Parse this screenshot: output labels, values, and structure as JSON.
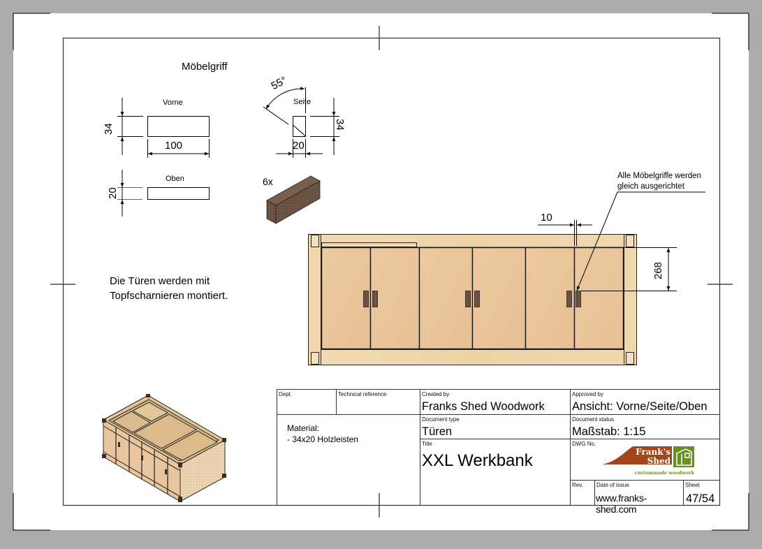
{
  "drawing": {
    "section_title": "Möbelgriff",
    "views": {
      "front": {
        "label": "Vorne",
        "height_dim": "34",
        "width_dim": "100"
      },
      "side": {
        "label": "Seite",
        "angle_dim": "55°",
        "height_dim": "34",
        "width_dim": "20"
      },
      "top": {
        "label": "Oben",
        "height_dim": "20"
      }
    },
    "quantity_label": "6x",
    "note_hinges": [
      "Die Türen werden mit",
      "Topfscharnieren montiert."
    ],
    "note_alignment": [
      "Alle Möbelgriffe werden",
      "gleich ausgerichtet"
    ],
    "front_view_dims": {
      "gap": "10",
      "handle_height": "268"
    }
  },
  "title_block": {
    "dept_label": "Dept.",
    "tech_ref_label": "Technical reference",
    "material_lines": [
      "Material:",
      "- 34x20 Holzleisten"
    ],
    "created_by_label": "Created by",
    "created_by": "Franks Shed Woodwork",
    "approved_by_label": "Approved by",
    "approved_by": "Ansicht: Vorne/Seite/Oben",
    "doc_type_label": "Document type",
    "doc_type": "Türen",
    "doc_status_label": "Document status",
    "doc_status": "Maßstab: 1:15",
    "title_label": "Title",
    "title": "XXL Werkbank",
    "dwg_label": "DWG No.",
    "rev_label": "Rev.",
    "date_label": "Date of issue",
    "date_value": "www.franks-shed.com",
    "sheet_label": "Sheet",
    "sheet_value": "47/54",
    "logo": {
      "line1": "Frank's",
      "line2": "Shed",
      "tagline": "custommade woodwork",
      "brown": "#a0461a",
      "green": "#6b8e23"
    }
  },
  "colors": {
    "wood_light": "#ecd2a8",
    "wood_door": "#e9c39a",
    "handle": "#6b5445",
    "background": "#ababab"
  }
}
